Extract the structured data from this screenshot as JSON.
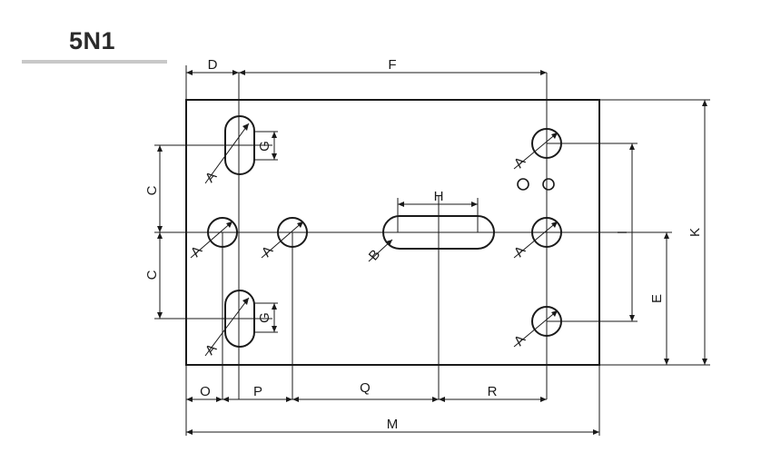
{
  "title": "5N1",
  "labels": {
    "D": "D",
    "F": "F",
    "C1": "C",
    "C2": "C",
    "G1": "G",
    "G2": "G",
    "H": "H",
    "I": "I",
    "K": "K",
    "E": "E",
    "O": "O",
    "P": "P",
    "Q": "Q",
    "R": "R",
    "M": "M",
    "A1": "A",
    "A2": "A",
    "A3": "A",
    "A4": "A",
    "A5": "A",
    "A6": "A",
    "A7": "A",
    "B": "B"
  },
  "colors": {
    "line": "#1a1a1a",
    "title_rule": "#c8c8c8"
  }
}
